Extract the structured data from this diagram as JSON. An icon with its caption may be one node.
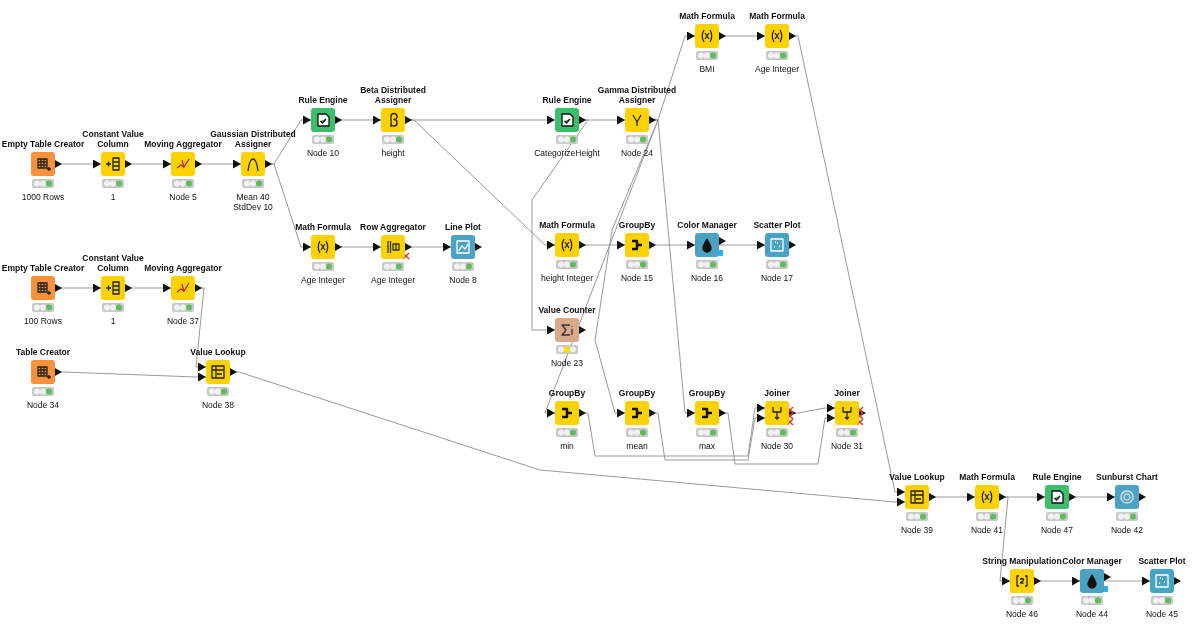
{
  "diagram": {
    "nodes": [
      {
        "text": [
          "Empty Table Creator"
        ],
        "beside": [
          "1000 Rows"
        ]
      },
      {
        "text": [
          "Constant Value Column"
        ],
        "beside": [
          "1"
        ]
      },
      {
        "text": [
          "Moving Aggregator"
        ],
        "beside": [
          "Node 5"
        ]
      },
      {
        "text": [
          "Gaussian Distributed Assigner"
        ],
        "beside": [
          "Mean 40 StdDev 10"
        ]
      },
      {
        "text": [
          "Rule Engine"
        ],
        "beside": [
          "Node 10"
        ]
      },
      {
        "text": [
          "Beta Distributed Assigner"
        ],
        "beside": [
          "height"
        ]
      },
      {
        "text": [
          "Math Formula"
        ],
        "beside": [
          "Age Integer"
        ]
      },
      {
        "text": [
          "Row Aggregator"
        ],
        "beside": [
          "Age Integer"
        ]
      },
      {
        "text": [
          "Line Plot"
        ],
        "beside": [
          "Node 8"
        ]
      },
      {
        "text": [
          "Empty Table Creator"
        ],
        "beside": [
          "100 Rows"
        ]
      },
      {
        "text": [
          "Constant Value Column"
        ],
        "beside": [
          "1"
        ]
      },
      {
        "text": [
          "Moving Aggregator"
        ],
        "beside": [
          "Node 37"
        ]
      },
      {
        "text": [
          "Table Creator"
        ],
        "beside": [
          "Node 34"
        ]
      },
      {
        "text": [
          "Value Lookup"
        ],
        "beside": [
          "Node 38"
        ]
      },
      {
        "text": [
          "Math Formula"
        ],
        "beside": [
          "BMI"
        ]
      },
      {
        "text": [
          "Math Formula"
        ],
        "beside": [
          "Age Integer"
        ]
      },
      {
        "text": [
          "Rule Engine"
        ],
        "beside": [
          "CategorizeHeight"
        ]
      },
      {
        "text": [
          "Gamma Distributed Assigner"
        ],
        "beside": [
          "Node 24"
        ]
      },
      {
        "text": [
          "Math Formula"
        ],
        "beside": [
          "height Integer"
        ]
      },
      {
        "text": [
          "GroupBy"
        ],
        "beside": [
          "Node 15"
        ]
      },
      {
        "text": [
          "Color Manager"
        ],
        "beside": [
          "Node 16"
        ]
      },
      {
        "text": [
          "Scatter Plot"
        ],
        "beside": [
          "Node 17"
        ]
      },
      {
        "text": [
          "Value Counter"
        ],
        "beside": [
          "Node 23"
        ]
      },
      {
        "text": [
          "GroupBy"
        ],
        "beside": [
          "min"
        ]
      },
      {
        "text": [
          "GroupBy"
        ],
        "beside": [
          "mean"
        ]
      },
      {
        "text": [
          "GroupBy"
        ],
        "beside": [
          "max"
        ]
      },
      {
        "text": [
          "Joiner"
        ],
        "beside": [
          "Node 30"
        ]
      },
      {
        "text": [
          "Joiner"
        ],
        "beside": [
          "Node 31"
        ]
      },
      {
        "text": [
          "Value Lookup"
        ],
        "beside": [
          "Node 39"
        ]
      },
      {
        "text": [
          "Math Formula"
        ],
        "beside": [
          "Node 41"
        ]
      },
      {
        "text": [
          "Rule Engine"
        ],
        "beside": [
          "Node 47"
        ]
      },
      {
        "text": [
          "Sunburst Chart"
        ],
        "beside": [
          "Node 42"
        ]
      },
      {
        "text": [
          "String Manipulation"
        ],
        "beside": [
          "Node 46"
        ]
      },
      {
        "text": [
          "Color Manager"
        ],
        "beside": [
          "Node 44"
        ]
      },
      {
        "text": [
          "Scatter Plot"
        ],
        "beside": [
          "Node 45"
        ]
      }
    ],
    "edges": [
      {
        "from": 0,
        "to": 1,
        "arrow": "to"
      },
      {
        "from": 1,
        "to": 2,
        "arrow": "to"
      },
      {
        "from": 2,
        "to": 3,
        "arrow": "to"
      },
      {
        "from": 3,
        "to": 4,
        "arrow": "to"
      },
      {
        "from": 3,
        "to": 6,
        "arrow": "to"
      },
      {
        "from": 4,
        "to": 5,
        "arrow": "to"
      },
      {
        "from": 6,
        "to": 7,
        "arrow": "to"
      },
      {
        "from": 7,
        "to": 8,
        "arrow": "to"
      },
      {
        "from": 5,
        "to": 16,
        "arrow": "to"
      },
      {
        "from": 5,
        "to": 18,
        "arrow": "to"
      },
      {
        "from": 9,
        "to": 10,
        "arrow": "to"
      },
      {
        "from": 10,
        "to": 11,
        "arrow": "to"
      },
      {
        "from": 11,
        "to": 13,
        "arrow": "to"
      },
      {
        "from": 12,
        "to": 13,
        "arrow": "to"
      },
      {
        "from": 16,
        "to": 17,
        "arrow": "to"
      },
      {
        "from": 16,
        "to": 22,
        "arrow": "to"
      },
      {
        "from": 17,
        "to": 14,
        "arrow": "to"
      },
      {
        "from": 14,
        "to": 15,
        "arrow": "to"
      },
      {
        "from": 17,
        "to": 23,
        "arrow": "to"
      },
      {
        "from": 17,
        "to": 24,
        "arrow": "to"
      },
      {
        "from": 17,
        "to": 25,
        "arrow": "to"
      },
      {
        "from": 18,
        "to": 19,
        "arrow": "to"
      },
      {
        "from": 19,
        "to": 20,
        "arrow": "to"
      },
      {
        "from": 20,
        "to": 21,
        "arrow": "to"
      },
      {
        "from": 23,
        "to": 26,
        "arrow": "to"
      },
      {
        "from": 24,
        "to": 26,
        "arrow": "to"
      },
      {
        "from": 26,
        "to": 27,
        "arrow": "to"
      },
      {
        "from": 25,
        "to": 27,
        "arrow": "to"
      },
      {
        "from": 15,
        "to": 28,
        "arrow": "to"
      },
      {
        "from": 13,
        "to": 28,
        "arrow": "to"
      },
      {
        "from": 28,
        "to": 29,
        "arrow": "to"
      },
      {
        "from": 29,
        "to": 30,
        "arrow": "to"
      },
      {
        "from": 30,
        "to": 31,
        "arrow": "to"
      },
      {
        "from": 29,
        "to": 32,
        "arrow": "to"
      },
      {
        "from": 32,
        "to": 33,
        "arrow": "to"
      },
      {
        "from": 33,
        "to": 34,
        "arrow": "to"
      }
    ]
  }
}
